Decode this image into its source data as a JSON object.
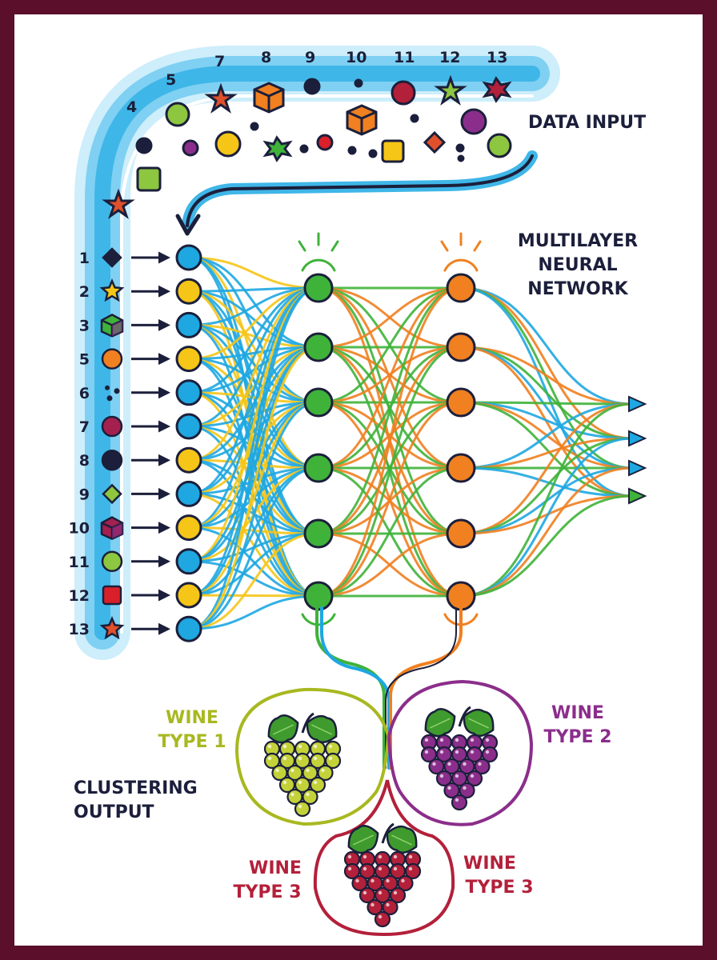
{
  "colors": {
    "frame": "#5b0f2a",
    "paper": "#ffffff",
    "ink": "#1b1f3b",
    "stream": "#3fb6e8",
    "input_node": "#1ea7e1",
    "input_node_alt": "#f5c518",
    "hidden1": "#3fb23a",
    "hidden2": "#f08020",
    "wine1": "#a8b820",
    "wine2": "#8b2e8b",
    "wine3": "#b3203a"
  },
  "titles": {
    "data_input": "DATA INPUT",
    "network": [
      "MULTILAYER",
      "NEURAL",
      "NETWORK"
    ],
    "clustering": [
      "CLUSTERING",
      "OUTPUT"
    ]
  },
  "stream_numbers": [
    "4",
    "5",
    "7",
    "8",
    "9",
    "10",
    "11",
    "12",
    "13"
  ],
  "features": [
    {
      "label": "1",
      "icon": "diamond-icon",
      "color": "#1b1f3b"
    },
    {
      "label": "2",
      "icon": "star-icon",
      "color": "#f5c518"
    },
    {
      "label": "3",
      "icon": "cube-icon",
      "color": "#3fb23a"
    },
    {
      "label": "5",
      "icon": "circle-icon",
      "color": "#f08020"
    },
    {
      "label": "6",
      "icon": "dots-icon",
      "color": "#1b1f3b"
    },
    {
      "label": "7",
      "icon": "circle-icon",
      "color": "#a3204f"
    },
    {
      "label": "8",
      "icon": "circle-icon",
      "color": "#1b1f3b"
    },
    {
      "label": "9",
      "icon": "diamond-icon",
      "color": "#8dc63f"
    },
    {
      "label": "10",
      "icon": "cube-icon",
      "color": "#a3204f"
    },
    {
      "label": "11",
      "icon": "circle-icon",
      "color": "#8dc63f"
    },
    {
      "label": "12",
      "icon": "square-icon",
      "color": "#d9202a"
    },
    {
      "label": "13",
      "icon": "star-icon",
      "color": "#e0502a"
    }
  ],
  "clusters": [
    {
      "label": [
        "WINE",
        "TYPE 1"
      ],
      "color": "#a8b820",
      "grape": "#c4d23a"
    },
    {
      "label": [
        "WINE",
        "TYPE 2"
      ],
      "color": "#8b2e8b",
      "grape": "#8b2e8b"
    },
    {
      "label": [
        "WINE",
        "TYPE 3"
      ],
      "color": "#b3203a",
      "grape": "#b3203a"
    },
    {
      "label": [
        "WINE",
        "TYPE 3"
      ],
      "color": "#b3203a",
      "grape": "#b3203a"
    }
  ]
}
